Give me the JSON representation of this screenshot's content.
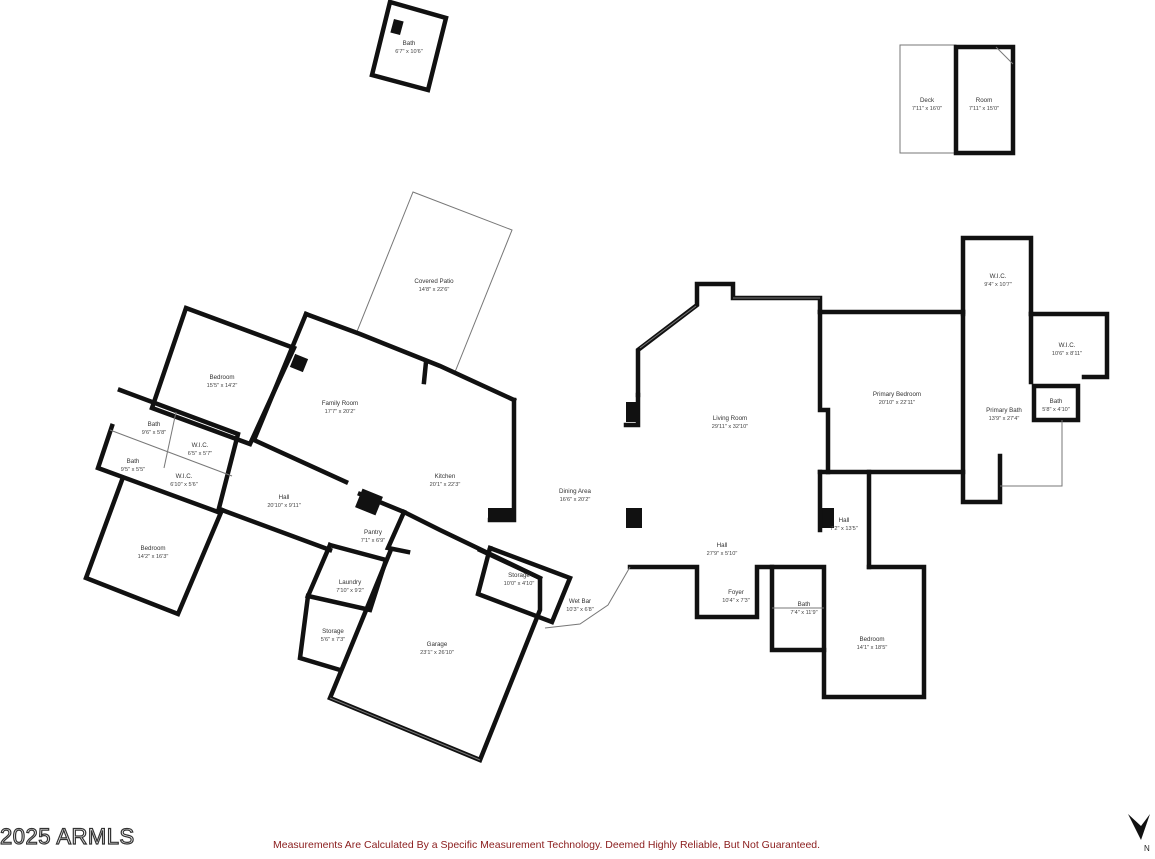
{
  "rooms": [
    {
      "id": "bath-detached",
      "name": "Bath",
      "dims": "6'7\" x 10'6\""
    },
    {
      "id": "deck",
      "name": "Deck",
      "dims": "7'11\" x 16'0\""
    },
    {
      "id": "room",
      "name": "Room",
      "dims": "7'11\" x 15'0\""
    },
    {
      "id": "covered-patio",
      "name": "Covered Patio",
      "dims": "14'8\" x 22'6\""
    },
    {
      "id": "wic-top",
      "name": "W.I.C.",
      "dims": "9'4\" x 10'7\""
    },
    {
      "id": "wic-right",
      "name": "W.I.C.",
      "dims": "10'6\" x 8'11\""
    },
    {
      "id": "bedroom-nw",
      "name": "Bedroom",
      "dims": "15'5\" x 14'2\""
    },
    {
      "id": "family-room",
      "name": "Family Room",
      "dims": "17'7\" x 20'2\""
    },
    {
      "id": "primary-bedroom",
      "name": "Primary Bedroom",
      "dims": "20'10\" x 22'11\""
    },
    {
      "id": "living-room",
      "name": "Living Room",
      "dims": "29'11\" x 32'10\""
    },
    {
      "id": "bath-small-right",
      "name": "Bath",
      "dims": "5'8\" x 4'10\""
    },
    {
      "id": "primary-bath",
      "name": "Primary Bath",
      "dims": "13'9\" x 27'4\""
    },
    {
      "id": "bath-w1",
      "name": "Bath",
      "dims": "9'6\" x 5'8\""
    },
    {
      "id": "wic-w1",
      "name": "W.I.C.",
      "dims": "6'5\" x 5'7\""
    },
    {
      "id": "bath-w2",
      "name": "Bath",
      "dims": "9'5\" x 5'5\""
    },
    {
      "id": "wic-w2",
      "name": "W.I.C.",
      "dims": "6'10\" x 5'6\""
    },
    {
      "id": "kitchen",
      "name": "Kitchen",
      "dims": "20'1\" x 22'3\""
    },
    {
      "id": "dining-area",
      "name": "Dining Area",
      "dims": "16'6\" x 20'2\""
    },
    {
      "id": "hall-west",
      "name": "Hall",
      "dims": "20'10\" x 9'11\""
    },
    {
      "id": "hall-east",
      "name": "Hall",
      "dims": "7'2\" x 13'5\""
    },
    {
      "id": "pantry",
      "name": "Pantry",
      "dims": "7'1\" x 6'9\""
    },
    {
      "id": "hall-center",
      "name": "Hall",
      "dims": "27'9\" x 5'10\""
    },
    {
      "id": "bedroom-sw",
      "name": "Bedroom",
      "dims": "14'2\" x 16'3\""
    },
    {
      "id": "storage-1",
      "name": "Storage",
      "dims": "10'0\" x 4'10\""
    },
    {
      "id": "laundry",
      "name": "Laundry",
      "dims": "7'10\" x 9'2\""
    },
    {
      "id": "foyer",
      "name": "Foyer",
      "dims": "10'4\" x 7'3\""
    },
    {
      "id": "wet-bar",
      "name": "Wet Bar",
      "dims": "10'3\" x 6'8\""
    },
    {
      "id": "bath-se",
      "name": "Bath",
      "dims": "7'4\" x 11'9\""
    },
    {
      "id": "storage-2",
      "name": "Storage",
      "dims": "5'6\" x 7'3\""
    },
    {
      "id": "bedroom-se",
      "name": "Bedroom",
      "dims": "14'1\" x 18'5\""
    },
    {
      "id": "garage",
      "name": "Garage",
      "dims": "23'1\" x 26'10\""
    }
  ],
  "footer": {
    "copyright": "2025 ARMLS",
    "disclaimer": "Measurements Are Calculated By a Specific Measurement Technology. Deemed Highly Reliable, But Not Guaranteed.",
    "north": "N"
  },
  "colors": {
    "walls": "#111111",
    "disclaimer": "#8a1c1c"
  }
}
